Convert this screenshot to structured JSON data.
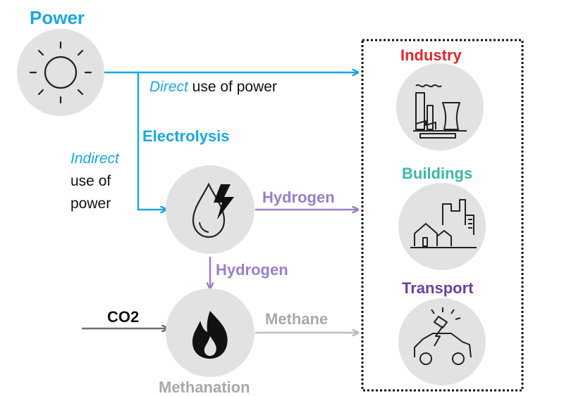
{
  "labels": {
    "power": "Power",
    "direct_italic": "Direct",
    "direct_rest": " use of power",
    "electrolysis": "Electrolysis",
    "indirect_line1": "Indirect",
    "indirect_line2": "use of",
    "indirect_line3": "power",
    "hydrogen_right": "Hydrogen",
    "hydrogen_down": "Hydrogen",
    "co2": "CO2",
    "methane": "Methane",
    "methanation": "Methanation",
    "industry": "Industry",
    "buildings": "Buildings",
    "transport": "Transport"
  },
  "icons": [
    "sun-icon",
    "water-lightning-icon",
    "flame-icon",
    "factory-icon",
    "buildings-icon",
    "electric-car-icon"
  ],
  "colors": {
    "power_blue": "#1aa7df",
    "hydrogen_purple": "#9a7fc8",
    "methane_grey": "#a9a9a9",
    "co2_grey": "#6d6d6d",
    "industry_red": "#e0262b",
    "buildings_teal": "#3cb6a6",
    "transport_purple": "#6b3fa0",
    "circle_fill": "#e2e2e2"
  }
}
